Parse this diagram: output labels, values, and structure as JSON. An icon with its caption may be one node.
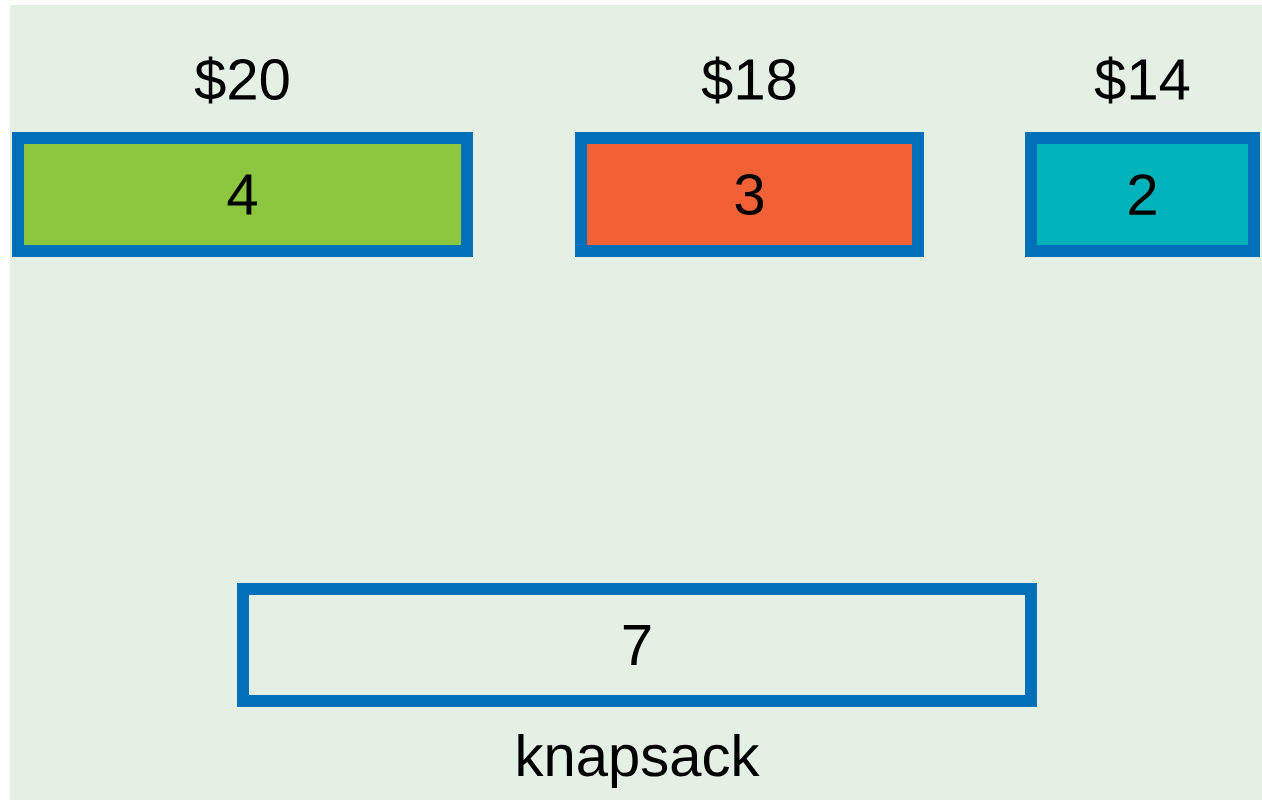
{
  "diagram": {
    "nodes": [
      {
        "text": [
          "$20",
          "4"
        ]
      },
      {
        "text": [
          "$18",
          "3"
        ]
      },
      {
        "text": [
          "$14",
          "2"
        ]
      },
      {
        "text": [
          "7"
        ],
        "beside": [
          "knapsack"
        ]
      }
    ]
  }
}
